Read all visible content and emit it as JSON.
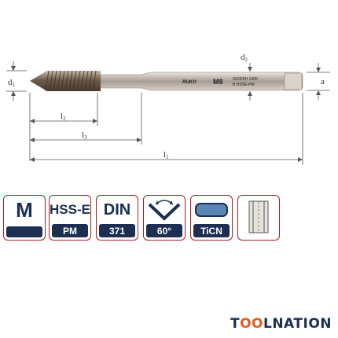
{
  "drawing": {
    "labels": {
      "d1": "d1",
      "d2": "d2",
      "a": "a",
      "l1": "l1",
      "l2": "l2",
      "l3": "l3"
    },
    "shank_text": {
      "brand": "RUKO",
      "size": "M8",
      "line1": "ISO2/6H 1400",
      "line2": "B HSSE-PM"
    }
  },
  "badges": [
    {
      "top": "M",
      "bottom": ""
    },
    {
      "top": "HSS-E",
      "bottom": "PM"
    },
    {
      "top": "DIN",
      "bottom": "371"
    },
    {
      "top": "",
      "bottom": "60°",
      "icon": "thread-angle-icon"
    },
    {
      "top": "",
      "bottom": "TiCN",
      "icon": "coating-pill-icon"
    },
    {
      "top": "",
      "bottom": "",
      "icon": "cylindrical-shank-icon"
    }
  ],
  "brand": {
    "part1": "T",
    "part2": "OO",
    "part3": "LNATION"
  },
  "colors": {
    "navy": "#1c2f52",
    "red_border": "#b31b1b",
    "orange": "#e25c1f",
    "tool_bronze": "#7a6a5c"
  }
}
